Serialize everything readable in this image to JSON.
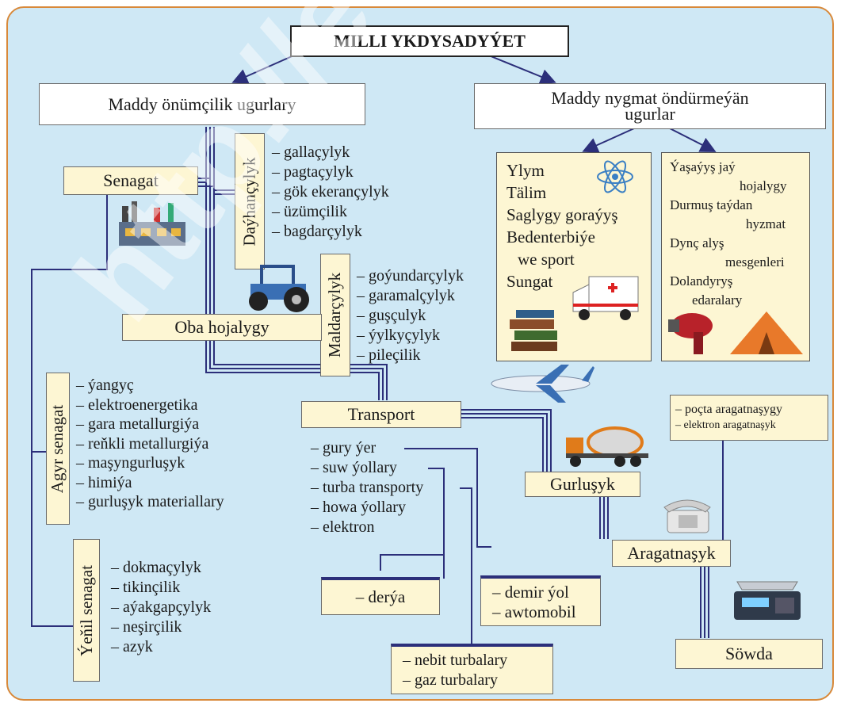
{
  "title": "MILLI YKDYSADYÝET",
  "branch_material": "Maddy önümçilik ugurlary",
  "branch_nonmaterial": "Maddy nygmat öndürmeýän ugurlar",
  "senagat": "Senagat",
  "dayhancylyk": {
    "label": "Daýhançylyk",
    "items": [
      "gallaçylyk",
      "pagtaçylyk",
      "gök ekerançylyk",
      "üzümçilik",
      "bagdarçylyk"
    ]
  },
  "maldarcylyk": {
    "label": "Maldarçylyk",
    "items": [
      "goýundarçylyk",
      "garamalçylyk",
      "guşçulyk",
      "ýylkyçylyk",
      "pileçilik"
    ]
  },
  "oba_hojalygy": "Oba hojalygy",
  "agyr_senagat": {
    "label": "Agyr senagat",
    "items": [
      "ýangyç",
      "elektroenergetika",
      "gara metallurgiýa",
      "reňkli metallurgiýa",
      "maşyngurluşyk",
      "himiýa",
      "gurluşyk materiallary"
    ]
  },
  "yenil_senagat": {
    "label": "Ýeňil senagat",
    "items": [
      "dokmaçylyk",
      "tikinçilik",
      "aýakgapçylyk",
      "neşirçilik",
      "azyk"
    ]
  },
  "transport": {
    "label": "Transport",
    "items": [
      "gury ýer",
      "suw ýollary",
      "turba transporty",
      "howa ýollary",
      "elektron"
    ]
  },
  "derya": "– derýa",
  "land": [
    "– demir ýol",
    "– awtomobil"
  ],
  "pipes": [
    "– nebit turbalary",
    "– gaz turbalary"
  ],
  "gurlusyk": "Gurluşyk",
  "aragatnasyk": "Aragatnaşyk",
  "aragatnasyk_items": [
    "– poçta aragatnaşygy",
    "– elektron aragatnaşyk"
  ],
  "sowda": "Söwda",
  "services_left": [
    "Ylym",
    "Tälim",
    "Saglygy goraýyş",
    "Bedenterbiýe",
    "we sport",
    "Sungat"
  ],
  "services_right": [
    "Ýaşaýyş jaý",
    "hojalygy",
    "Durmuş taýdan",
    "hyzmat",
    "Dynç alyş",
    "mesgenleri",
    "Dolandyryş",
    "edaralary"
  ],
  "colors": {
    "frame": "#d8893a",
    "background": "#cfe8f5",
    "box": "#fdf6d3",
    "line": "#2c2f7a"
  }
}
